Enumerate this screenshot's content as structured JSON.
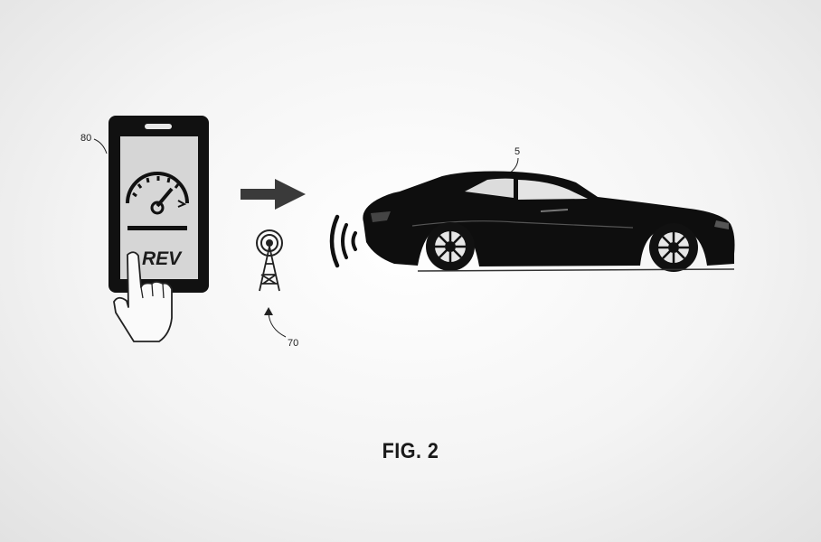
{
  "labels": {
    "phone_ref": "80",
    "tower_ref": "70",
    "vehicle_ref": "5"
  },
  "phone_screen": {
    "button_text": "REV",
    "icon": "speedometer-icon"
  },
  "icons": {
    "phone": "smartphone-icon",
    "hand": "pointing-hand-icon",
    "arrow": "right-arrow-icon",
    "tower": "radio-tower-icon",
    "signal": "signal-waves-icon",
    "vehicle": "sports-car-icon"
  },
  "caption": "FIG. 2"
}
